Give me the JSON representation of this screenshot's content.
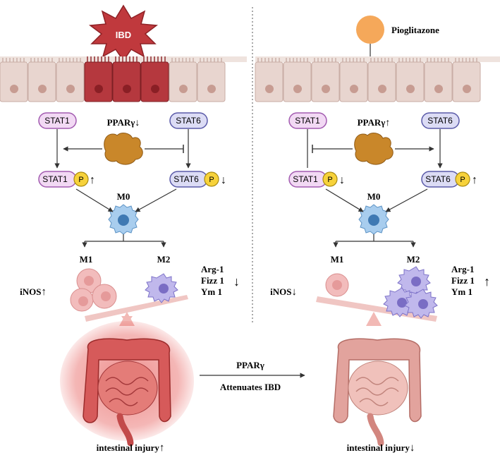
{
  "left": {
    "badge": "IBD",
    "stat1": "STAT1",
    "stat6": "STAT6",
    "ppar": "PPARγ",
    "ppar_arrow": "↓",
    "stat1p": "STAT1",
    "stat1p_arrow": "↑",
    "stat6p": "STAT6",
    "stat6p_arrow": "↓",
    "m0": "M0",
    "m1": "M1",
    "m2": "M2",
    "inos": "iNOS",
    "inos_arrow": "↑",
    "markers": [
      "Arg-1",
      "Fizz 1",
      "Ym 1"
    ],
    "markers_arrow": "↓",
    "injury": "intestinal injury",
    "injury_arrow": "↑"
  },
  "right": {
    "drug": "Pioglitazone",
    "stat1": "STAT1",
    "stat6": "STAT6",
    "ppar": "PPARγ",
    "ppar_arrow": "↑",
    "stat1p": "STAT1",
    "stat1p_arrow": "↓",
    "stat6p": "STAT6",
    "stat6p_arrow": "↑",
    "m0": "M0",
    "m1": "M1",
    "m2": "M2",
    "inos": "iNOS",
    "inos_arrow": "↓",
    "markers": [
      "Arg-1",
      "Fizz 1",
      "Ym 1"
    ],
    "markers_arrow": "↑",
    "injury": "intestinal injury",
    "injury_arrow": "↓"
  },
  "center": {
    "line1": "PPARγ",
    "line2": "Attenuates IBD"
  },
  "phospho_label": "P",
  "colors": {
    "cell_normal": "#e8d5cf",
    "cell_inflamed": "#b5383e",
    "stat1_fill": "#f2d9f4",
    "stat1_stroke": "#a25bb0",
    "stat6_fill": "#dcdcf5",
    "stat6_stroke": "#5a5aa8",
    "phospho": "#f7d23a",
    "ppar_protein": "#c9872a",
    "m0": "#7fb3e0",
    "m1": "#f2bcbc",
    "m2": "#a9a0e0",
    "drug": "#f5a85a"
  }
}
